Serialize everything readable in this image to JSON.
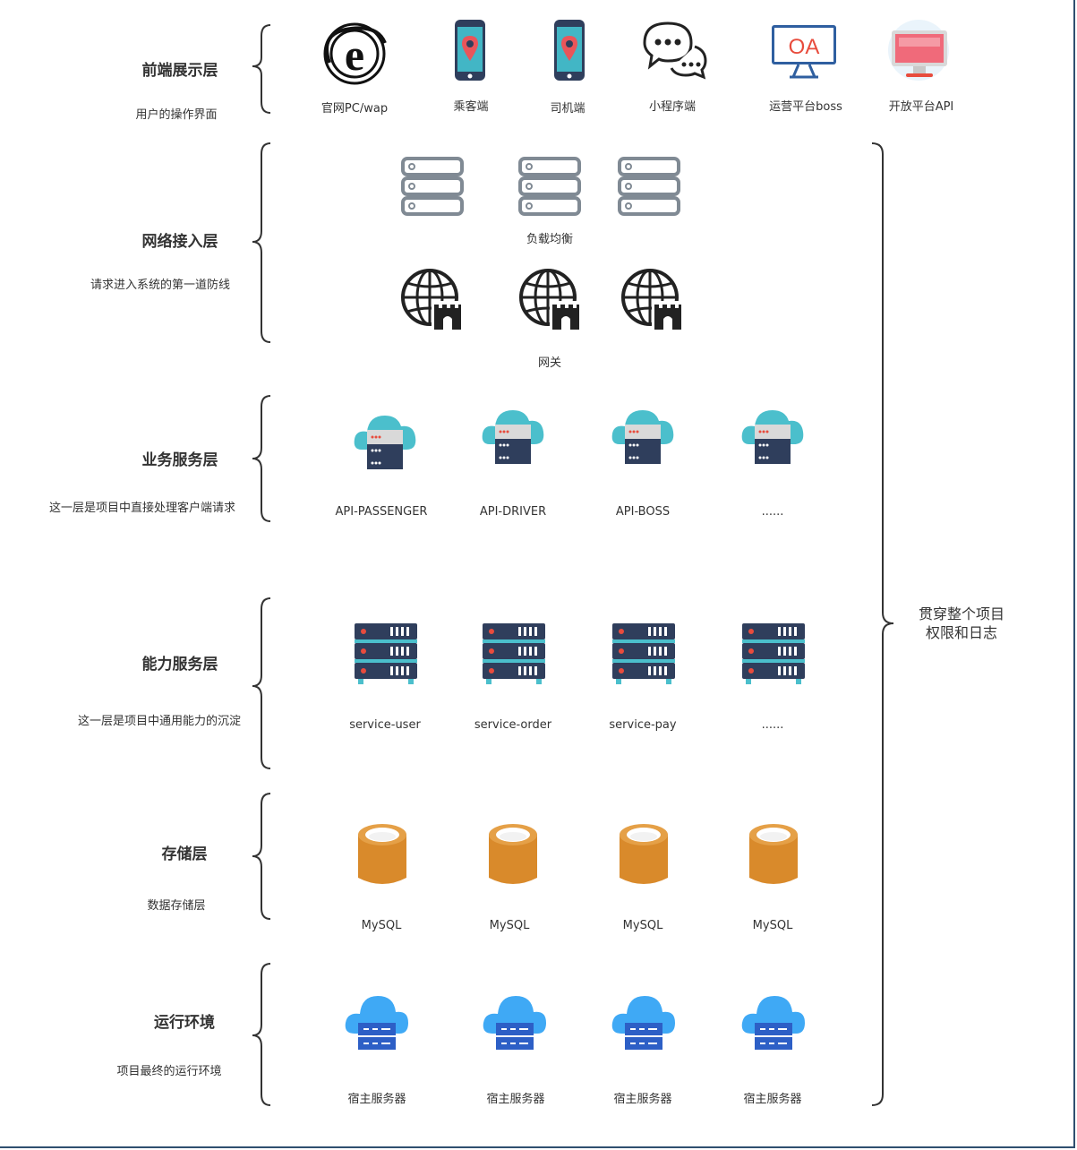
{
  "layers": [
    {
      "title": "前端展示层",
      "desc": "用户的操作界面"
    },
    {
      "title": "网络接入层",
      "desc": "请求进入系统的第一道防线"
    },
    {
      "title": "业务服务层",
      "desc": "这一层是项目中直接处理客户端请求"
    },
    {
      "title": "能力服务层",
      "desc": "这一层是项目中通用能力的沉淀"
    },
    {
      "title": "存储层",
      "desc": "数据存储层"
    },
    {
      "title": "运行环境",
      "desc": "项目最终的运行环境"
    }
  ],
  "frontend": [
    {
      "label": "官网PC/wap",
      "icon": "ie-browser-icon"
    },
    {
      "label": "乘客端",
      "icon": "mobile-location-icon"
    },
    {
      "label": "司机端",
      "icon": "mobile-location-icon"
    },
    {
      "label": "小程序端",
      "icon": "chat-bubbles-icon"
    },
    {
      "label": "运营平台boss",
      "icon": "oa-monitor-icon",
      "icon_text": "OA"
    },
    {
      "label": "开放平台API",
      "icon": "monitor-icon"
    }
  ],
  "network": {
    "load_balancer_label": "负载均衡",
    "gateway_label": "网关"
  },
  "business": [
    "API-PASSENGER",
    "API-DRIVER",
    "API-BOSS",
    "......"
  ],
  "capability": [
    "service-user",
    "service-order",
    "service-pay",
    "......"
  ],
  "storage": [
    "MySQL",
    "MySQL",
    "MySQL",
    "MySQL"
  ],
  "runtime": [
    "宿主服务器",
    "宿主服务器",
    "宿主服务器",
    "宿主服务器"
  ],
  "cross_cutting": {
    "line1": "贯穿整个项目",
    "line2": "权限和日志"
  },
  "colors": {
    "cloud_teal": "#4bbfcc",
    "server_dark": "#2f3e5c",
    "server_red": "#e84c3d",
    "db_orange": "#d98a2b",
    "cloud_blue": "#3fa9f5",
    "server_blue": "#2d5fc6",
    "gray_server": "#808a94",
    "pin_red": "#e9555a",
    "phone_teal": "#42b6c5"
  }
}
